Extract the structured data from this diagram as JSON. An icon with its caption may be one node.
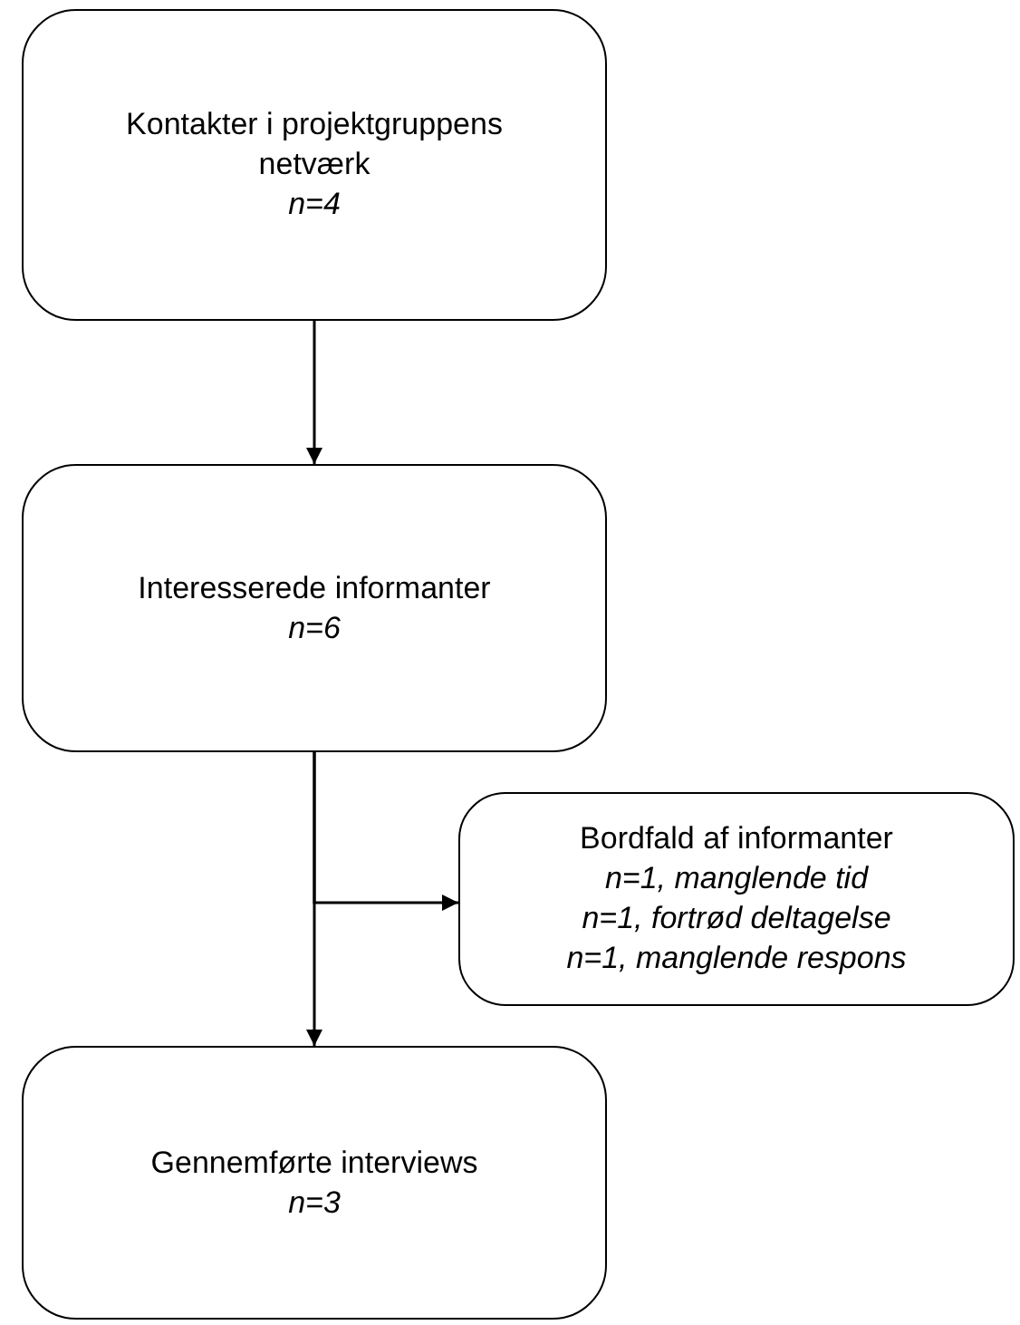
{
  "diagram": {
    "nodes": [
      {
        "text": [
          "Kontakter i projektgruppens netværk",
          "n=4"
        ]
      },
      {
        "text": [
          "Interesserede informanter",
          "n=6"
        ]
      },
      {
        "text": [
          "Bordfald af informanter",
          "n=1, manglende tid",
          "n=1, fortrød deltagelse",
          "n=1, manglende respons"
        ]
      },
      {
        "text": [
          "Gennemførte interviews",
          "n=3"
        ]
      }
    ],
    "edges": [
      {
        "from": 0,
        "to": 1,
        "arrow": "to"
      },
      {
        "from": 1,
        "to": 2,
        "arrow": "to"
      },
      {
        "from": 1,
        "to": 3,
        "arrow": "to"
      }
    ]
  }
}
